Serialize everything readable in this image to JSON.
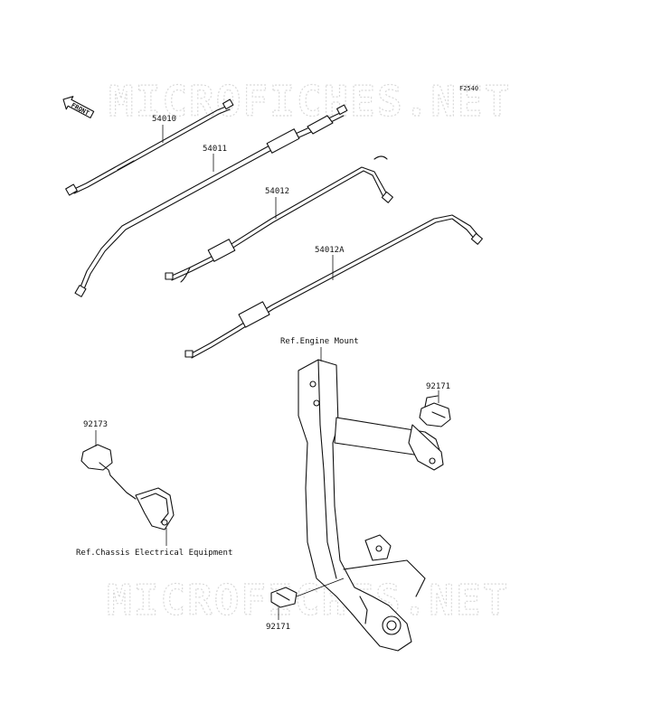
{
  "figure_code": "F2540",
  "watermark": "MICROFICHES.NET",
  "front_arrow_text": "FRONT",
  "callouts": {
    "p54010": "54010",
    "p54011": "54011",
    "p54012": "54012",
    "p54012a": "54012A",
    "p92171_top": "92171",
    "p92171_bottom": "92171",
    "p92173": "92173"
  },
  "references": {
    "engine_mount": "Ref.Engine Mount",
    "chassis_electrical": "Ref.Chassis Electrical Equipment"
  }
}
